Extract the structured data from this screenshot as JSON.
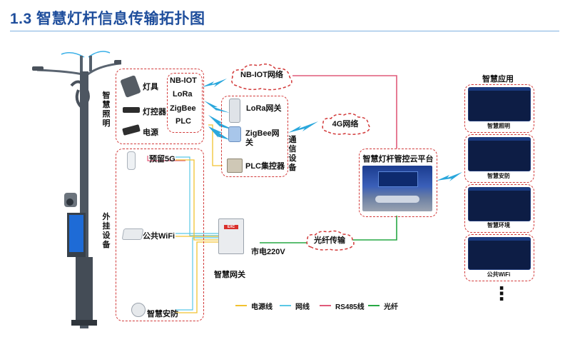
{
  "title": "1.3 智慧灯杆信息传输拓扑图",
  "lighting_group": {
    "label": "智慧照明",
    "items": [
      "灯具",
      "灯控器",
      "电源"
    ],
    "protocols": [
      "NB-IOT",
      "LoRa",
      "ZigBee",
      "PLC"
    ]
  },
  "clouds": {
    "nbiot": "NB-IOT网络",
    "g4": "4G网络",
    "fiber": "光纤传输"
  },
  "comm_group": {
    "label": "通信设备",
    "items": [
      "LoRa网关",
      "ZigBee网关",
      "PLC集控器"
    ]
  },
  "external_group": {
    "label": "外挂设备",
    "items": [
      "预留5G",
      "公共WiFi",
      "智慧安防"
    ]
  },
  "gateway": {
    "label": "智慧网关",
    "power": "市电220V",
    "brand": "EXC"
  },
  "platform": {
    "label": "智慧灯杆管控云平台"
  },
  "apps": {
    "title": "智慧应用",
    "items": [
      "智慧照明",
      "智慧安防",
      "智慧环境",
      "公共WiFi"
    ],
    "more": "⋮"
  },
  "legend": [
    {
      "label": "电源线",
      "color": "#f2c230"
    },
    {
      "label": "网线",
      "color": "#5bc8e6"
    },
    {
      "label": "RS485线",
      "color": "#e05a7a"
    },
    {
      "label": "光纤",
      "color": "#27a844"
    }
  ]
}
